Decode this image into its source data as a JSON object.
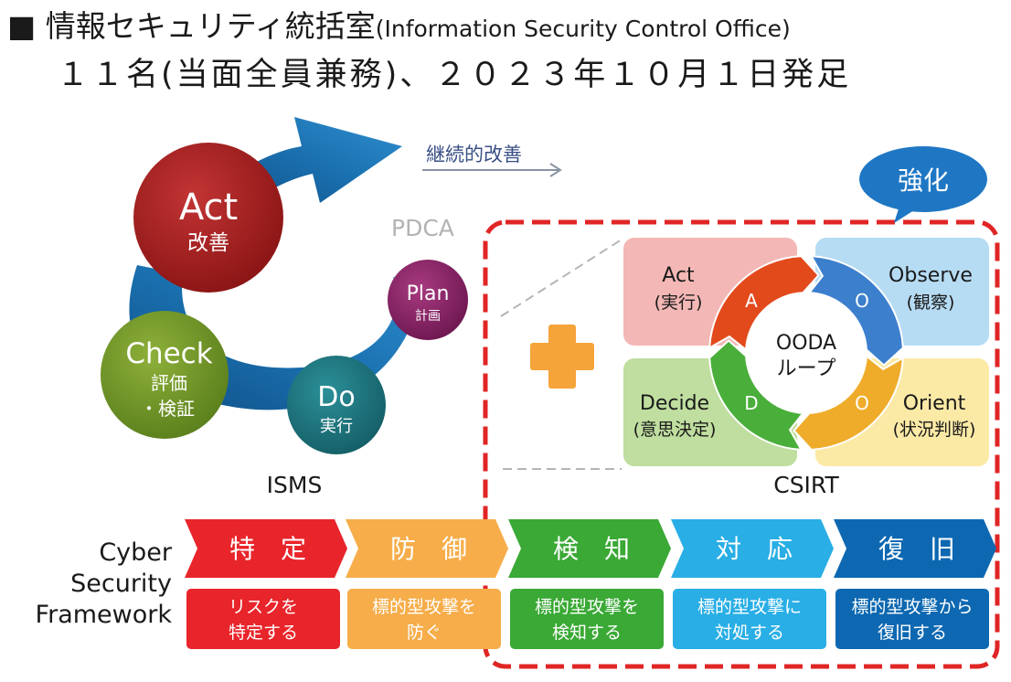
{
  "header": {
    "bullet": "■",
    "title": "情報セキュリティ統括室",
    "title_en": "(Information Security Control Office)",
    "subtitle": "１１名(当面全員兼務)、２０２３年１０月１日発足"
  },
  "pdca": {
    "continuous_improvement": "継続的改善",
    "label": "PDCA",
    "act": {
      "title": "Act",
      "sub": "改善"
    },
    "plan": {
      "title": "Plan",
      "sub": "計画"
    },
    "do": {
      "title": "Do",
      "sub": "実行"
    },
    "check": {
      "title": "Check",
      "sub1": "評価",
      "sub2": "・検証"
    },
    "caption": "ISMS"
  },
  "ooda": {
    "callout": "強化",
    "center_line1": "OODA",
    "center_line2": "ループ",
    "act": {
      "title": "Act",
      "sub": "(実行)",
      "letter": "A"
    },
    "observe": {
      "title": "Observe",
      "sub": "(観察)",
      "letter": "O"
    },
    "decide": {
      "title": "Decide",
      "sub": "(意思決定)",
      "letter": "D"
    },
    "orient": {
      "title": "Orient",
      "sub": "(状況判断)",
      "letter": "O"
    },
    "caption": "CSIRT"
  },
  "framework": {
    "label_line1": "Cyber",
    "label_line2": "Security",
    "label_line3": "Framework",
    "steps": [
      {
        "name": "特　定",
        "desc1": "リスクを",
        "desc2": "特定する"
      },
      {
        "name": "防　御",
        "desc1": "標的型攻撃を",
        "desc2": "防ぐ"
      },
      {
        "name": "検　知",
        "desc1": "標的型攻撃を",
        "desc2": "検知する"
      },
      {
        "name": "対　応",
        "desc1": "標的型攻撃に",
        "desc2": "対処する"
      },
      {
        "name": "復　旧",
        "desc1": "標的型攻撃から",
        "desc2": "復旧する"
      }
    ]
  },
  "colors": {
    "identify": "#e8252b",
    "protect": "#f6ad4a",
    "detect": "#3aa935",
    "respond": "#29aee5",
    "recover": "#0d68b1",
    "dashed_box": "#e02525",
    "callout": "#1f77c4"
  }
}
